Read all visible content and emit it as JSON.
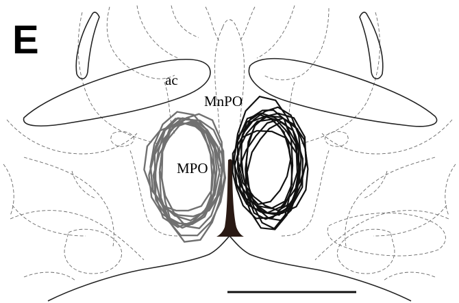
{
  "panel_label": "E",
  "labels": {
    "ac": "ac",
    "mnpo": "MnPO",
    "mpo": "MPO"
  },
  "colors": {
    "left_traces": "#707070",
    "right_traces": "#111111",
    "ventricle": "#2a1a14"
  },
  "left_trace_count": 10,
  "right_trace_count": 12
}
